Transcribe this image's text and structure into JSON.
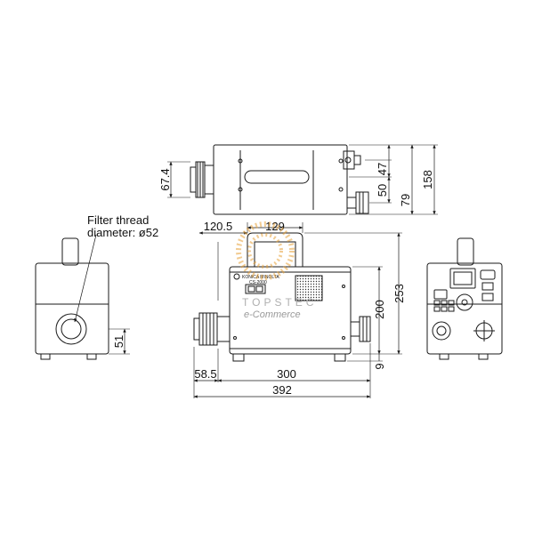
{
  "annotations": {
    "filter_thread_line1": "Filter thread",
    "filter_thread_line2": "diameter: ø52"
  },
  "dimensions": {
    "top_view": {
      "lens_diameter": "67.4",
      "d47": "47",
      "d50": "50",
      "d79": "79",
      "height": "158"
    },
    "front_view": {
      "d120_5": "120.5",
      "handle": "129",
      "d200": "200",
      "d253": "253",
      "d9": "9",
      "lens_offset": "58.5",
      "body_length": "300",
      "total_length": "392"
    },
    "left_view": {
      "lens_height": "51"
    }
  },
  "labels": {
    "brand": "KONICA MINOLTA",
    "model": "CS-2000"
  },
  "watermark": {
    "line1": "TOPSTEC",
    "line2": "e-Commerce"
  },
  "colors": {
    "line": "#1a1a1a",
    "watermark": "#e7a23a"
  }
}
